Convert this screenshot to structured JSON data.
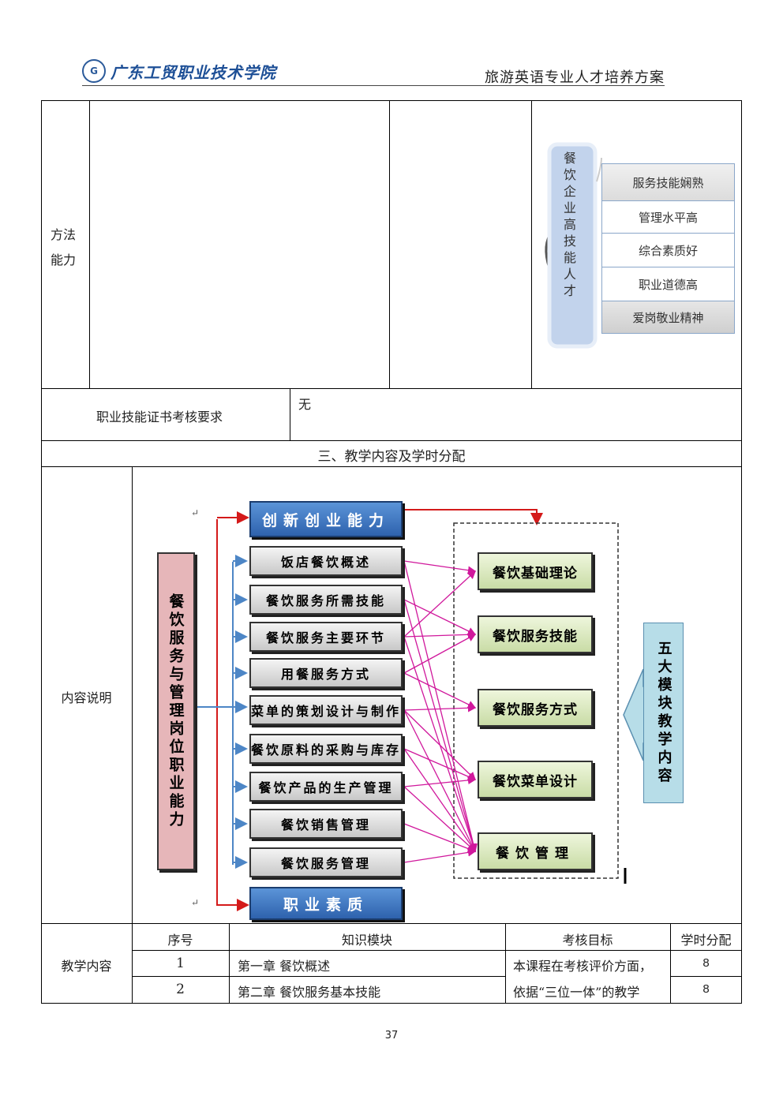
{
  "header": {
    "logo_mark": "G",
    "school_name": "广东工贸职业技术学院",
    "doc_title": "旅游英语专业人才培养方案"
  },
  "table": {
    "method_ability_label": "方法\n能力",
    "cert_label": "职业技能证书考核要求",
    "cert_value": "无",
    "section_title": "三、教学内容及学时分配",
    "content_desc_label": "内容说明",
    "teaching_content_label": "教学内容",
    "columns": [
      "序号",
      "知识模块",
      "考核目标",
      "学时分配"
    ],
    "rows": [
      {
        "no": "1",
        "module": "第一章 餐饮概述",
        "hours": "8"
      },
      {
        "no": "2",
        "module": "第二章  餐饮服务基本技能",
        "hours": "8"
      }
    ],
    "assessment_text_1": "本课程在考核评价方面，",
    "assessment_text_2": "依据“三位一体”的教学"
  },
  "talent_diagram": {
    "vertical_label": "餐饮企业高技能人才",
    "items": [
      "服务技能娴熟",
      "管理水平高",
      "综合素质好",
      "职业道德高",
      "爱岗敬业精神"
    ]
  },
  "flow_diagram": {
    "left_pillar": "餐饮服务与管理岗位职业能力",
    "top_box": "创新创业能力",
    "bottom_box": "职业素质",
    "middle_boxes": [
      "饭店餐饮概述",
      "餐饮服务所需技能",
      "餐饮服务主要环节",
      "用餐服务方式",
      "菜单的策划设计与制作",
      "餐饮原料的采购与库存",
      "餐饮产品的生产管理",
      "餐饮销售管理",
      "餐饮服务管理"
    ],
    "right_boxes": [
      "餐饮基础理论",
      "餐饮服务技能",
      "餐饮服务方式",
      "餐饮菜单设计",
      "餐饮管理"
    ],
    "module_label": "五大模块教学内容",
    "colors": {
      "pillar": "#e6b6b9",
      "blue_box": "#3b73c2",
      "green_box": "#d5e5b8",
      "arrow_red": "#d41a1a",
      "arrow_blue": "#4d86c6",
      "arrow_magenta": "#d0189c",
      "module_fill": "#b7dde8"
    }
  },
  "page_number": "37"
}
